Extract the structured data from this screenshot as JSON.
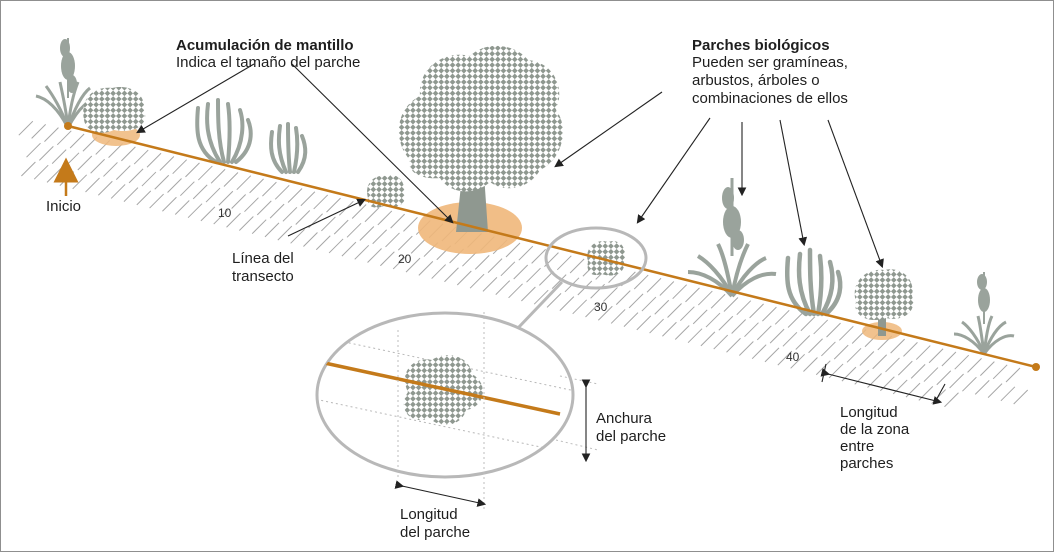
{
  "colors": {
    "transect": "#c47a1a",
    "mulch": "#efb77a",
    "plant": "#9aa39c",
    "ground_hatch": "#9a9a9a",
    "annotation": "#222222",
    "magnifier": "#b5b5b5"
  },
  "labels": {
    "mulch_title": "Acumulación de mantillo",
    "mulch_sub": "Indica el tamaño del parche",
    "patches_title": "Parches biológicos",
    "patches_sub_1": "Pueden ser gramíneas,",
    "patches_sub_2": "arbustos, árboles o",
    "patches_sub_3": "combinaciones de ellos",
    "start": "Inicio",
    "transect_1": "Línea del",
    "transect_2": "transecto",
    "width_1": "Anchura",
    "width_2": "del parche",
    "length_1": "Longitud",
    "length_2": "del parche",
    "gap_1": "Longitud",
    "gap_2": "de la zona",
    "gap_3": "entre",
    "gap_4": "parches"
  },
  "distance_marks": [
    "10",
    "20",
    "30",
    "40"
  ],
  "icons": [
    "yucca-plant-icon",
    "grass-clump-icon",
    "shrub-icon",
    "tree-icon",
    "mulch-patch-icon",
    "magnifier-icon"
  ]
}
